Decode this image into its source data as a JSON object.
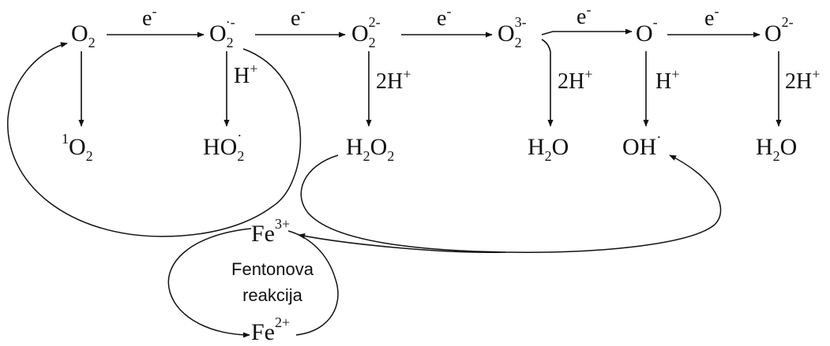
{
  "electron_label": "e",
  "electron_charge": "-",
  "top_species": [
    {
      "base": "O",
      "sub": "2",
      "sup": ""
    },
    {
      "base": "O",
      "sub": "2",
      "sup": "·-"
    },
    {
      "base": "O",
      "sub": "2",
      "sup": "2-"
    },
    {
      "base": "O",
      "sub": "2",
      "sup": "3-"
    },
    {
      "base": "O",
      "sub": "",
      "sup": "-"
    },
    {
      "base": "O",
      "sub": "",
      "sup": "2-"
    }
  ],
  "down_labels": [
    "H",
    "2H",
    "2H",
    "H",
    "2H"
  ],
  "down_label_sup": "+",
  "products": {
    "singlet_oxygen": {
      "pre": "1",
      "base": "O",
      "sub": "2"
    },
    "hydroperoxyl": {
      "base": "HO",
      "sub": "2",
      "dot": "·"
    },
    "hydrogen_peroxide": {
      "a": "H",
      "sub1": "2",
      "b": "O",
      "sub2": "2"
    },
    "water_1": {
      "a": "H",
      "sub": "2",
      "b": "O"
    },
    "hydroxyl": {
      "base": "OH",
      "dot": "·"
    },
    "water_2": {
      "a": "H",
      "sub": "2",
      "b": "O"
    }
  },
  "iron": {
    "fe3": {
      "base": "Fe",
      "sup": "3+"
    },
    "fe2": {
      "base": "Fe",
      "sup": "2+"
    }
  },
  "fenton_label": [
    "Fentonova",
    "reakcija"
  ]
}
